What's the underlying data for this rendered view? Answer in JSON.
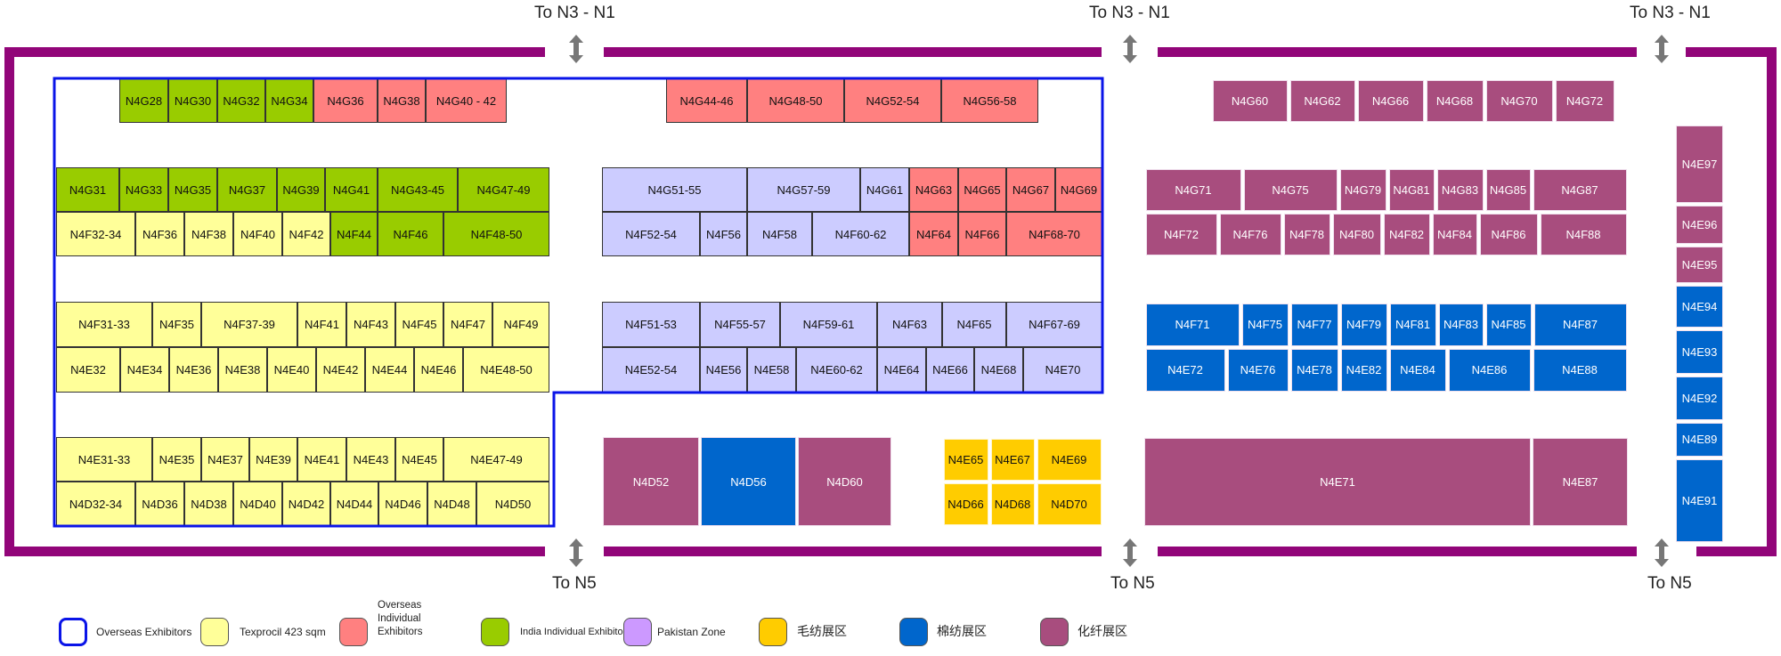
{
  "colors": {
    "wall": "#920579",
    "overseas_border": "#0a14e8",
    "texprocil": "#ffff99",
    "overseas_individual": "#ff8080",
    "india_individual": "#99cc00",
    "pakistan": "#ccccff",
    "wool": "#ffcc00",
    "cotton": "#0066cc",
    "chemical_fiber": "#a84d7e"
  },
  "navigation": {
    "top": [
      "To N3 - N1",
      "To N3 - N1",
      "To N3 - N1"
    ],
    "bottom": [
      "To N5",
      "To N5",
      "To N5"
    ]
  },
  "legend": [
    {
      "label": "Overseas Exhibitors",
      "type": "overseas"
    },
    {
      "label": "Texprocil 423 sqm",
      "type": "texprocil"
    },
    {
      "label": "Overseas Individual Exhibitors",
      "type": "overseas_individual"
    },
    {
      "label": "India Individual Exhibitors",
      "type": "india_individual"
    },
    {
      "label": "Pakistan Zone",
      "type": "pakistan"
    },
    {
      "label": "毛纺展区",
      "type": "wool"
    },
    {
      "label": "棉纺展区",
      "type": "cotton"
    },
    {
      "label": "化纤展区",
      "type": "chemical_fiber"
    }
  ],
  "booths": [
    {
      "id": "N4G28",
      "t": "india_individual"
    },
    {
      "id": "N4G30",
      "t": "india_individual"
    },
    {
      "id": "N4G32",
      "t": "india_individual"
    },
    {
      "id": "N4G34",
      "t": "india_individual"
    },
    {
      "id": "N4G36",
      "t": "overseas_individual"
    },
    {
      "id": "N4G38",
      "t": "overseas_individual"
    },
    {
      "id": "N4G40 - 42",
      "t": "overseas_individual"
    },
    {
      "id": "N4G44-46",
      "t": "overseas_individual"
    },
    {
      "id": "N4G48-50",
      "t": "overseas_individual"
    },
    {
      "id": "N4G52-54",
      "t": "overseas_individual"
    },
    {
      "id": "N4G56-58",
      "t": "overseas_individual"
    },
    {
      "id": "N4G60",
      "t": "chemical_fiber"
    },
    {
      "id": "N4G62",
      "t": "chemical_fiber"
    },
    {
      "id": "N4G66",
      "t": "chemical_fiber"
    },
    {
      "id": "N4G68",
      "t": "chemical_fiber"
    },
    {
      "id": "N4G70",
      "t": "chemical_fiber"
    },
    {
      "id": "N4G72",
      "t": "chemical_fiber"
    },
    {
      "id": "N4G31",
      "t": "india_individual"
    },
    {
      "id": "N4G33",
      "t": "india_individual"
    },
    {
      "id": "N4G35",
      "t": "india_individual"
    },
    {
      "id": "N4G37",
      "t": "india_individual"
    },
    {
      "id": "N4G39",
      "t": "india_individual"
    },
    {
      "id": "N4G41",
      "t": "india_individual"
    },
    {
      "id": "N4G43-45",
      "t": "india_individual"
    },
    {
      "id": "N4G47-49",
      "t": "india_individual"
    },
    {
      "id": "N4G51-55",
      "t": "pakistan"
    },
    {
      "id": "N4G57-59",
      "t": "pakistan"
    },
    {
      "id": "N4G61",
      "t": "pakistan"
    },
    {
      "id": "N4G63",
      "t": "overseas_individual"
    },
    {
      "id": "N4G65",
      "t": "overseas_individual"
    },
    {
      "id": "N4G67",
      "t": "overseas_individual"
    },
    {
      "id": "N4G69",
      "t": "overseas_individual"
    },
    {
      "id": "N4G71",
      "t": "chemical_fiber"
    },
    {
      "id": "N4G75",
      "t": "chemical_fiber"
    },
    {
      "id": "N4G79",
      "t": "chemical_fiber"
    },
    {
      "id": "N4G81",
      "t": "chemical_fiber"
    },
    {
      "id": "N4G83",
      "t": "chemical_fiber"
    },
    {
      "id": "N4G85",
      "t": "chemical_fiber"
    },
    {
      "id": "N4G87",
      "t": "chemical_fiber"
    },
    {
      "id": "N4F32-34",
      "t": "texprocil"
    },
    {
      "id": "N4F36",
      "t": "texprocil"
    },
    {
      "id": "N4F38",
      "t": "texprocil"
    },
    {
      "id": "N4F40",
      "t": "texprocil"
    },
    {
      "id": "N4F42",
      "t": "texprocil"
    },
    {
      "id": "N4F44",
      "t": "india_individual"
    },
    {
      "id": "N4F46",
      "t": "india_individual"
    },
    {
      "id": "N4F48-50",
      "t": "india_individual"
    },
    {
      "id": "N4F52-54",
      "t": "pakistan"
    },
    {
      "id": "N4F56",
      "t": "pakistan"
    },
    {
      "id": "N4F58",
      "t": "pakistan"
    },
    {
      "id": "N4F60-62",
      "t": "pakistan"
    },
    {
      "id": "N4F64",
      "t": "overseas_individual"
    },
    {
      "id": "N4F66",
      "t": "overseas_individual"
    },
    {
      "id": "N4F68-70",
      "t": "overseas_individual"
    },
    {
      "id": "N4F72",
      "t": "chemical_fiber"
    },
    {
      "id": "N4F76",
      "t": "chemical_fiber"
    },
    {
      "id": "N4F78",
      "t": "chemical_fiber"
    },
    {
      "id": "N4F80",
      "t": "chemical_fiber"
    },
    {
      "id": "N4F82",
      "t": "chemical_fiber"
    },
    {
      "id": "N4F84",
      "t": "chemical_fiber"
    },
    {
      "id": "N4F86",
      "t": "chemical_fiber"
    },
    {
      "id": "N4F88",
      "t": "chemical_fiber"
    },
    {
      "id": "N4F31-33",
      "t": "texprocil"
    },
    {
      "id": "N4F35",
      "t": "texprocil"
    },
    {
      "id": "N4F37-39",
      "t": "texprocil"
    },
    {
      "id": "N4F41",
      "t": "texprocil"
    },
    {
      "id": "N4F43",
      "t": "texprocil"
    },
    {
      "id": "N4F45",
      "t": "texprocil"
    },
    {
      "id": "N4F47",
      "t": "texprocil"
    },
    {
      "id": "N4F49",
      "t": "texprocil"
    },
    {
      "id": "N4F51-53",
      "t": "pakistan"
    },
    {
      "id": "N4F55-57",
      "t": "pakistan"
    },
    {
      "id": "N4F59-61",
      "t": "pakistan"
    },
    {
      "id": "N4F63",
      "t": "pakistan"
    },
    {
      "id": "N4F65",
      "t": "pakistan"
    },
    {
      "id": "N4F67-69",
      "t": "pakistan"
    },
    {
      "id": "N4F71",
      "t": "cotton"
    },
    {
      "id": "N4F75",
      "t": "cotton"
    },
    {
      "id": "N4F77",
      "t": "cotton"
    },
    {
      "id": "N4F79",
      "t": "cotton"
    },
    {
      "id": "N4F81",
      "t": "cotton"
    },
    {
      "id": "N4F83",
      "t": "cotton"
    },
    {
      "id": "N4F85",
      "t": "cotton"
    },
    {
      "id": "N4F87",
      "t": "cotton"
    },
    {
      "id": "N4E32",
      "t": "texprocil"
    },
    {
      "id": "N4E34",
      "t": "texprocil"
    },
    {
      "id": "N4E36",
      "t": "texprocil"
    },
    {
      "id": "N4E38",
      "t": "texprocil"
    },
    {
      "id": "N4E40",
      "t": "texprocil"
    },
    {
      "id": "N4E42",
      "t": "texprocil"
    },
    {
      "id": "N4E44",
      "t": "texprocil"
    },
    {
      "id": "N4E46",
      "t": "texprocil"
    },
    {
      "id": "N4E48-50",
      "t": "texprocil"
    },
    {
      "id": "N4E52-54",
      "t": "pakistan"
    },
    {
      "id": "N4E56",
      "t": "pakistan"
    },
    {
      "id": "N4E58",
      "t": "pakistan"
    },
    {
      "id": "N4E60-62",
      "t": "pakistan"
    },
    {
      "id": "N4E64",
      "t": "pakistan"
    },
    {
      "id": "N4E66",
      "t": "pakistan"
    },
    {
      "id": "N4E68",
      "t": "pakistan"
    },
    {
      "id": "N4E70",
      "t": "pakistan"
    },
    {
      "id": "N4E72",
      "t": "cotton"
    },
    {
      "id": "N4E76",
      "t": "cotton"
    },
    {
      "id": "N4E78",
      "t": "cotton"
    },
    {
      "id": "N4E82",
      "t": "cotton"
    },
    {
      "id": "N4E84",
      "t": "cotton"
    },
    {
      "id": "N4E86",
      "t": "cotton"
    },
    {
      "id": "N4E88",
      "t": "cotton"
    },
    {
      "id": "N4E31-33",
      "t": "texprocil"
    },
    {
      "id": "N4E35",
      "t": "texprocil"
    },
    {
      "id": "N4E37",
      "t": "texprocil"
    },
    {
      "id": "N4E39",
      "t": "texprocil"
    },
    {
      "id": "N4E41",
      "t": "texprocil"
    },
    {
      "id": "N4E43",
      "t": "texprocil"
    },
    {
      "id": "N4E45",
      "t": "texprocil"
    },
    {
      "id": "N4E47-49",
      "t": "texprocil"
    },
    {
      "id": "N4D52",
      "t": "chemical_fiber"
    },
    {
      "id": "N4D56",
      "t": "cotton"
    },
    {
      "id": "N4D60",
      "t": "chemical_fiber"
    },
    {
      "id": "N4E65",
      "t": "wool"
    },
    {
      "id": "N4E67",
      "t": "wool"
    },
    {
      "id": "N4E69",
      "t": "wool"
    },
    {
      "id": "N4E71",
      "t": "chemical_fiber"
    },
    {
      "id": "N4E87",
      "t": "chemical_fiber"
    },
    {
      "id": "N4D32-34",
      "t": "texprocil"
    },
    {
      "id": "N4D36",
      "t": "texprocil"
    },
    {
      "id": "N4D38",
      "t": "texprocil"
    },
    {
      "id": "N4D40",
      "t": "texprocil"
    },
    {
      "id": "N4D42",
      "t": "texprocil"
    },
    {
      "id": "N4D44",
      "t": "texprocil"
    },
    {
      "id": "N4D46",
      "t": "texprocil"
    },
    {
      "id": "N4D48",
      "t": "texprocil"
    },
    {
      "id": "N4D50",
      "t": "texprocil"
    },
    {
      "id": "N4D66",
      "t": "wool"
    },
    {
      "id": "N4D68",
      "t": "wool"
    },
    {
      "id": "N4D70",
      "t": "wool"
    },
    {
      "id": "N4E97",
      "t": "chemical_fiber"
    },
    {
      "id": "N4E96",
      "t": "chemical_fiber"
    },
    {
      "id": "N4E95",
      "t": "chemical_fiber"
    },
    {
      "id": "N4E94",
      "t": "cotton"
    },
    {
      "id": "N4E93",
      "t": "cotton"
    },
    {
      "id": "N4E92",
      "t": "cotton"
    },
    {
      "id": "N4E89",
      "t": "cotton"
    },
    {
      "id": "N4E91",
      "t": "cotton"
    }
  ]
}
